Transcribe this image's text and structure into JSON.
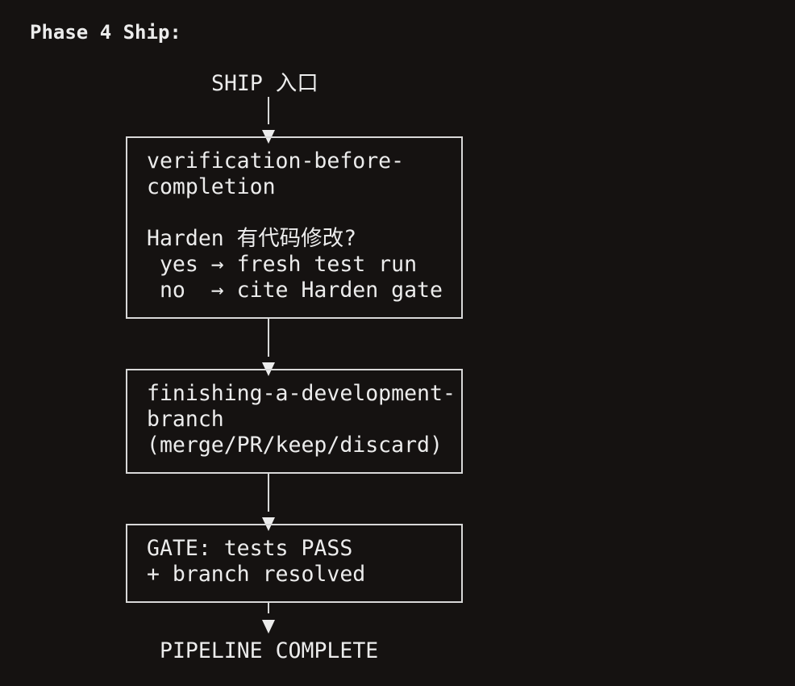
{
  "title": "Phase 4 Ship:",
  "entry": "SHIP 入口",
  "nodes": [
    {
      "lines": [
        "verification-before-",
        "completion",
        "",
        "Harden 有代码修改?",
        " yes → fresh test run",
        " no  → cite Harden gate"
      ]
    },
    {
      "lines": [
        "finishing-a-development-",
        "branch",
        "(merge/PR/keep/discard)"
      ]
    },
    {
      "lines": [
        "GATE: tests PASS",
        "+ branch resolved"
      ]
    }
  ],
  "exit": "PIPELINE COMPLETE",
  "colors": {
    "background": "#151211",
    "foreground": "#ececec",
    "border": "#d8d8d8"
  }
}
